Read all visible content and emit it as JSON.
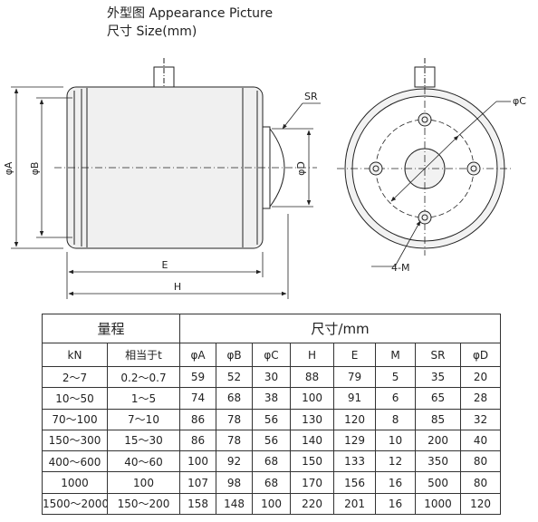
{
  "header": {
    "line1": "外型图 Appearance Picture",
    "line2": "尺寸 Size(mm)"
  },
  "drawing": {
    "labels": {
      "phiA": "φA",
      "phiB": "φB",
      "phiC": "φC",
      "phiD": "φD",
      "E": "E",
      "H": "H",
      "SR": "SR",
      "M": "4-M"
    }
  },
  "table": {
    "group_range": "量程",
    "group_size": "尺寸/mm",
    "columns": [
      "kN",
      "相当于t",
      "φA",
      "φB",
      "φC",
      "H",
      "E",
      "M",
      "SR",
      "φD"
    ],
    "rows": [
      [
        "2～7",
        "0.2～0.7",
        "59",
        "52",
        "30",
        "88",
        "79",
        "5",
        "35",
        "20"
      ],
      [
        "10～50",
        "1～5",
        "74",
        "68",
        "38",
        "100",
        "91",
        "6",
        "65",
        "28"
      ],
      [
        "70～100",
        "7～10",
        "86",
        "78",
        "56",
        "130",
        "120",
        "8",
        "85",
        "32"
      ],
      [
        "150～300",
        "15～30",
        "86",
        "78",
        "56",
        "140",
        "129",
        "10",
        "200",
        "40"
      ],
      [
        "400～600",
        "40～60",
        "100",
        "92",
        "68",
        "150",
        "133",
        "12",
        "350",
        "80"
      ],
      [
        "1000",
        "100",
        "107",
        "98",
        "68",
        "170",
        "156",
        "16",
        "500",
        "80"
      ],
      [
        "1500～2000",
        "150～200",
        "158",
        "148",
        "100",
        "220",
        "201",
        "16",
        "1000",
        "120"
      ]
    ]
  }
}
